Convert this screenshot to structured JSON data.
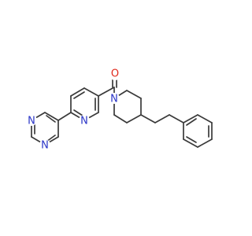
{
  "molecule": {
    "atoms": [
      {
        "id": "o1",
        "label": "O"
      },
      {
        "id": "n-pip",
        "label": "N"
      },
      {
        "id": "n-pyr",
        "label": "N"
      },
      {
        "id": "n-pym1",
        "label": "N"
      },
      {
        "id": "n-pym2",
        "label": "N"
      }
    ]
  },
  "colors": {
    "bond": "#3a3a3a",
    "oxygen": "#e0281b",
    "nitrogen": "#2a35c7",
    "background": "#ffffff"
  }
}
